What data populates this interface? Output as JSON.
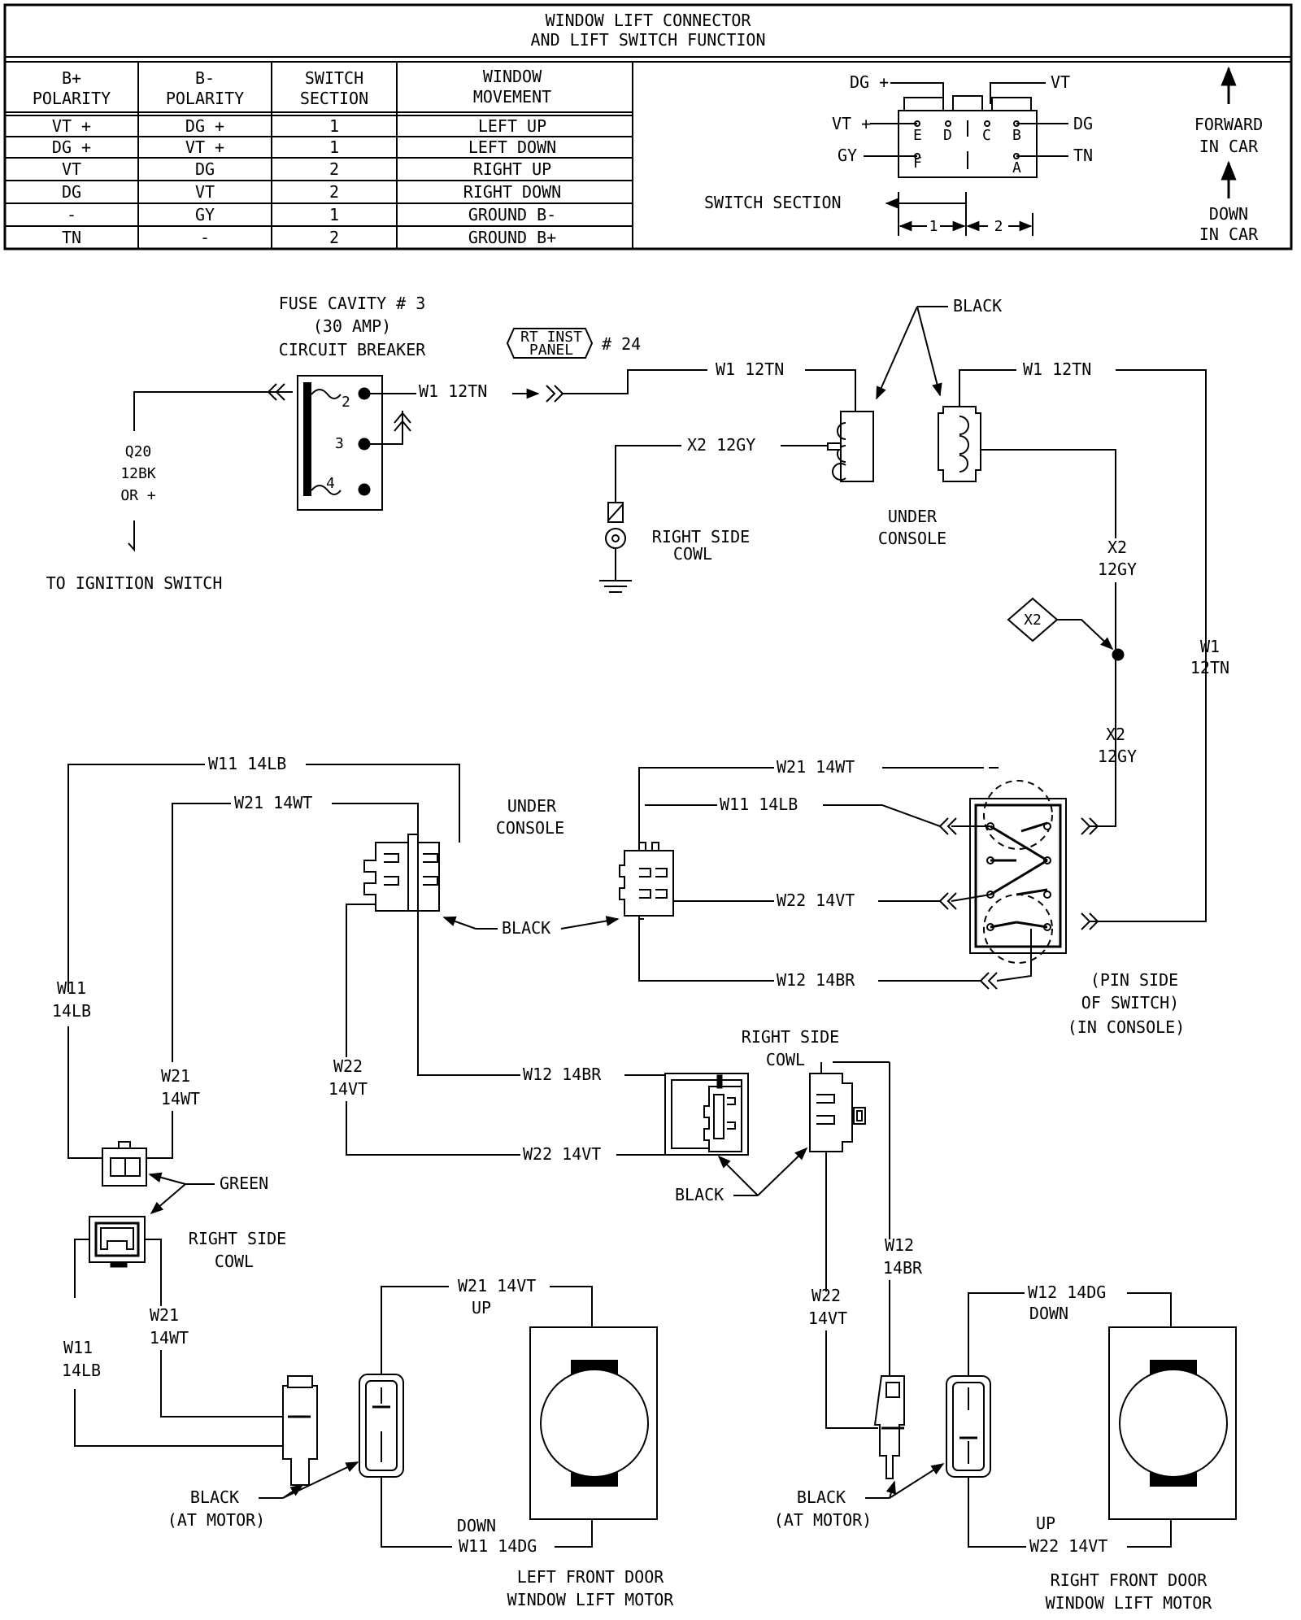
{
  "table": {
    "title_line1": "WINDOW LIFT CONNECTOR",
    "title_line2": "AND LIFT SWITCH FUNCTION",
    "headers": [
      [
        "B+",
        "POLARITY"
      ],
      [
        "B-",
        "POLARITY"
      ],
      [
        "SWITCH",
        "SECTION"
      ],
      [
        "WINDOW",
        "MOVEMENT"
      ]
    ],
    "rows": [
      [
        "VT +",
        "DG +",
        "1",
        "LEFT UP"
      ],
      [
        "DG +",
        "VT +",
        "1",
        "LEFT DOWN"
      ],
      [
        "VT",
        "DG",
        "2",
        "RIGHT UP"
      ],
      [
        "DG",
        "VT",
        "2",
        "RIGHT DOWN"
      ],
      [
        "-",
        "GY",
        "1",
        "GROUND B-"
      ],
      [
        "TN",
        "-",
        "2",
        "GROUND B+"
      ]
    ]
  },
  "connector_view": {
    "dg_plus": "DG +",
    "vt_top": "VT",
    "vt_plus": "VT +",
    "dg_right": "DG",
    "gy": "GY",
    "tn": "TN",
    "pins": [
      "E",
      "D",
      "C",
      "B",
      "F",
      "A"
    ],
    "switch_section": "SWITCH SECTION",
    "sec1": "1",
    "sec2": "2",
    "forward_line1": "FORWARD",
    "forward_line2": "IN CAR",
    "down_line1": "DOWN",
    "down_line2": "IN CAR"
  },
  "labels": {
    "fuse_line1": "FUSE CAVITY # 3",
    "fuse_line2": "(30 AMP)",
    "fuse_line3": "CIRCUIT BREAKER",
    "fuse_pin2": "2",
    "fuse_pin3": "3",
    "fuse_pin4": "4",
    "rt_inst_line1": "RT INST",
    "rt_inst_line2": "PANEL",
    "rt_inst_ref": "# 24",
    "q20_line1": "Q20",
    "q20_line2": "12BK",
    "q20_line3": "OR +",
    "to_ignition": "TO IGNITION SWITCH",
    "w1_12tn_a": "W1 12TN",
    "w1_12tn_b": "W1 12TN",
    "w1_12tn_c": "W1 12TN",
    "black_top": "BLACK",
    "x2_12gy": "X2 12GY",
    "right_cowl_line1": "RIGHT SIDE",
    "right_cowl_line2": "COWL",
    "under_console_top_line1": "UNDER",
    "under_console_top_line2": "CONSOLE",
    "x2_a": "X2",
    "gy12_a": "12GY",
    "x2_diamond": "X2",
    "x2_b": "X2",
    "gy12_b": "12GY",
    "w1_v": "W1",
    "tn12_v": "12TN",
    "w11_14lb_a": "W11 14LB",
    "w21_14wt_a": "W21 14WT",
    "under_console_mid_line1": "UNDER",
    "under_console_mid_line2": "CONSOLE",
    "w21_14wt_b": "W21 14WT",
    "w11_14lb_b": "W11 14LB",
    "w22_14vt_a": "W22 14VT",
    "w12_14br_a": "W12 14BR",
    "black_mid": "BLACK",
    "pin_side_line1": "(PIN SIDE",
    "pin_side_line2": "OF SWITCH)",
    "pin_side_line3": "(IN CONSOLE)",
    "w11_v1": "W11",
    "lb14_v1": "14LB",
    "w21_v1": "W21",
    "wt14_v1": "14WT",
    "w22_v1": "W22",
    "vt14_v1": "14VT",
    "w12_14br_b": "W12 14BR",
    "w22_14vt_b": "W22 14VT",
    "right_cowl2_line1": "RIGHT SIDE",
    "right_cowl2_line2": "COWL",
    "black_low": "BLACK",
    "green": "GREEN",
    "right_cowl3_line1": "RIGHT SIDE",
    "right_cowl3_line2": "COWL",
    "w21_v2": "W21",
    "wt14_v2": "14WT",
    "w11_v2": "W11",
    "lb14_v2": "14LB",
    "w21_14vt": "W21 14VT",
    "up_left": "UP",
    "down_left": "DOWN",
    "w11_14dg": "W11 14DG",
    "black_at_motor_l1": "BLACK",
    "black_at_motor_l2": "(AT MOTOR)",
    "left_motor_line1": "LEFT FRONT DOOR",
    "left_motor_line2": "WINDOW LIFT MOTOR",
    "w12_v": "W12",
    "br14_v": "14BR",
    "w22_v2": "W22",
    "vt14_v2": "14VT",
    "w12_14dg": "W12 14DG",
    "down_right": "DOWN",
    "up_right": "UP",
    "w22_14vt_c": "W22 14VT",
    "black_at_motor_r1": "BLACK",
    "black_at_motor_r2": "(AT MOTOR)",
    "right_motor_line1": "RIGHT FRONT DOOR",
    "right_motor_line2": "WINDOW LIFT MOTOR"
  }
}
